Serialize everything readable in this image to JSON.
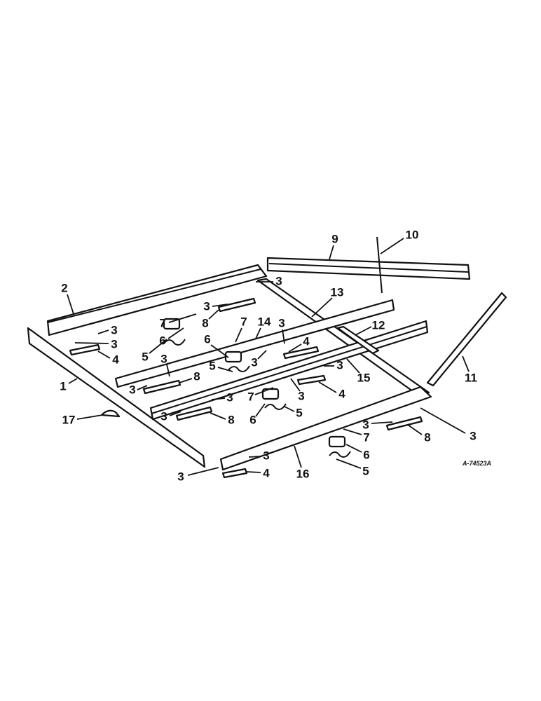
{
  "figure_id": "A-74523A",
  "callouts": [
    "2",
    "3",
    "3",
    "8",
    "7",
    "6",
    "5",
    "3",
    "3",
    "4",
    "1",
    "17",
    "7",
    "14",
    "3",
    "6",
    "5",
    "3",
    "4",
    "3",
    "8",
    "3",
    "3",
    "8",
    "3",
    "7",
    "6",
    "5",
    "13",
    "12",
    "15",
    "4",
    "3",
    "3",
    "9",
    "10",
    "11",
    "3",
    "3",
    "8",
    "7",
    "6",
    "5",
    "16",
    "3",
    "4",
    "3"
  ]
}
